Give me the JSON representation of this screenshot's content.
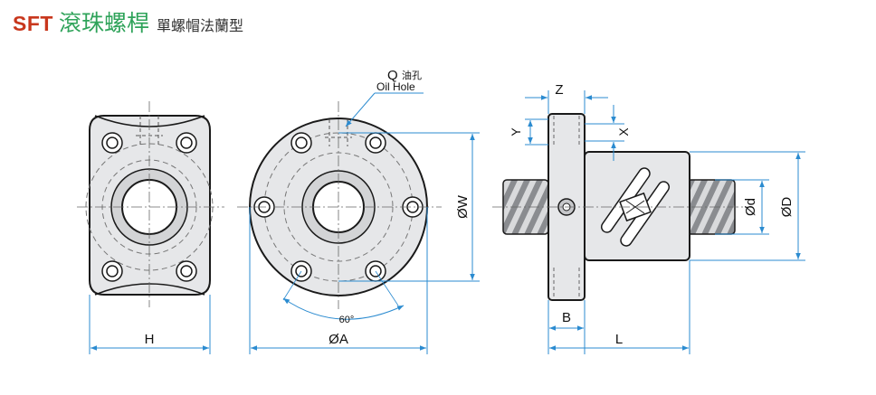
{
  "header": {
    "model": "SFT",
    "product_type": "滾珠螺桿",
    "subtype": "單螺帽法蘭型"
  },
  "callout": {
    "q_label": "Q",
    "q_chinese": "油孔",
    "oil_hole": "Oil Hole"
  },
  "dimensions": {
    "h": "H",
    "a": "ØA",
    "w": "ØW",
    "angle": "60°",
    "z": "Z",
    "y": "Y",
    "x": "X",
    "b": "B",
    "l": "L",
    "d_small": "Ød",
    "d_large": "ØD"
  },
  "colors": {
    "outline": "#1a1a1a",
    "fill": "#e6e7e9",
    "dim_line": "#2b8bd0",
    "model": "#c8371d",
    "product_type": "#2fa35a"
  }
}
